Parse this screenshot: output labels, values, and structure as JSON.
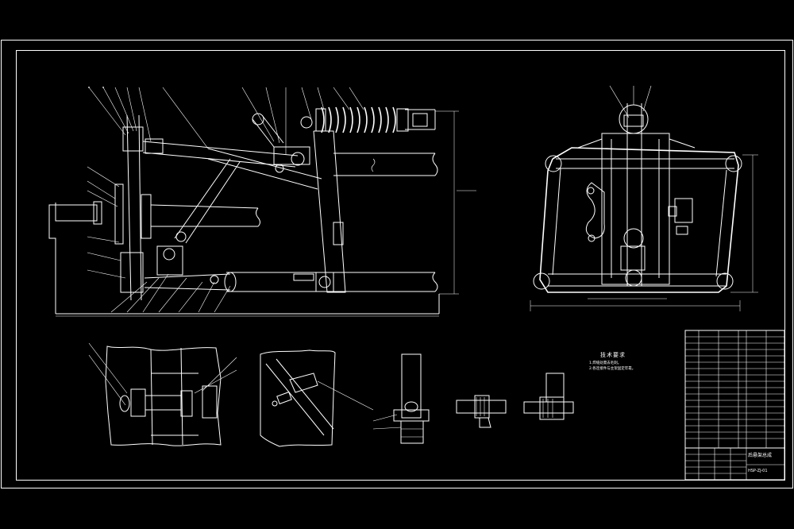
{
  "notes": {
    "title": "技术要求",
    "items": [
      "1.焊缝处需去毛刺。",
      "2.各连接件与主架固定牢靠。"
    ]
  },
  "title_block": {
    "drawing_name": "后悬架总成",
    "drawing_number": "HSP-ZJ-01"
  },
  "colors": {
    "background": "#000000",
    "lines": "#ffffff"
  }
}
